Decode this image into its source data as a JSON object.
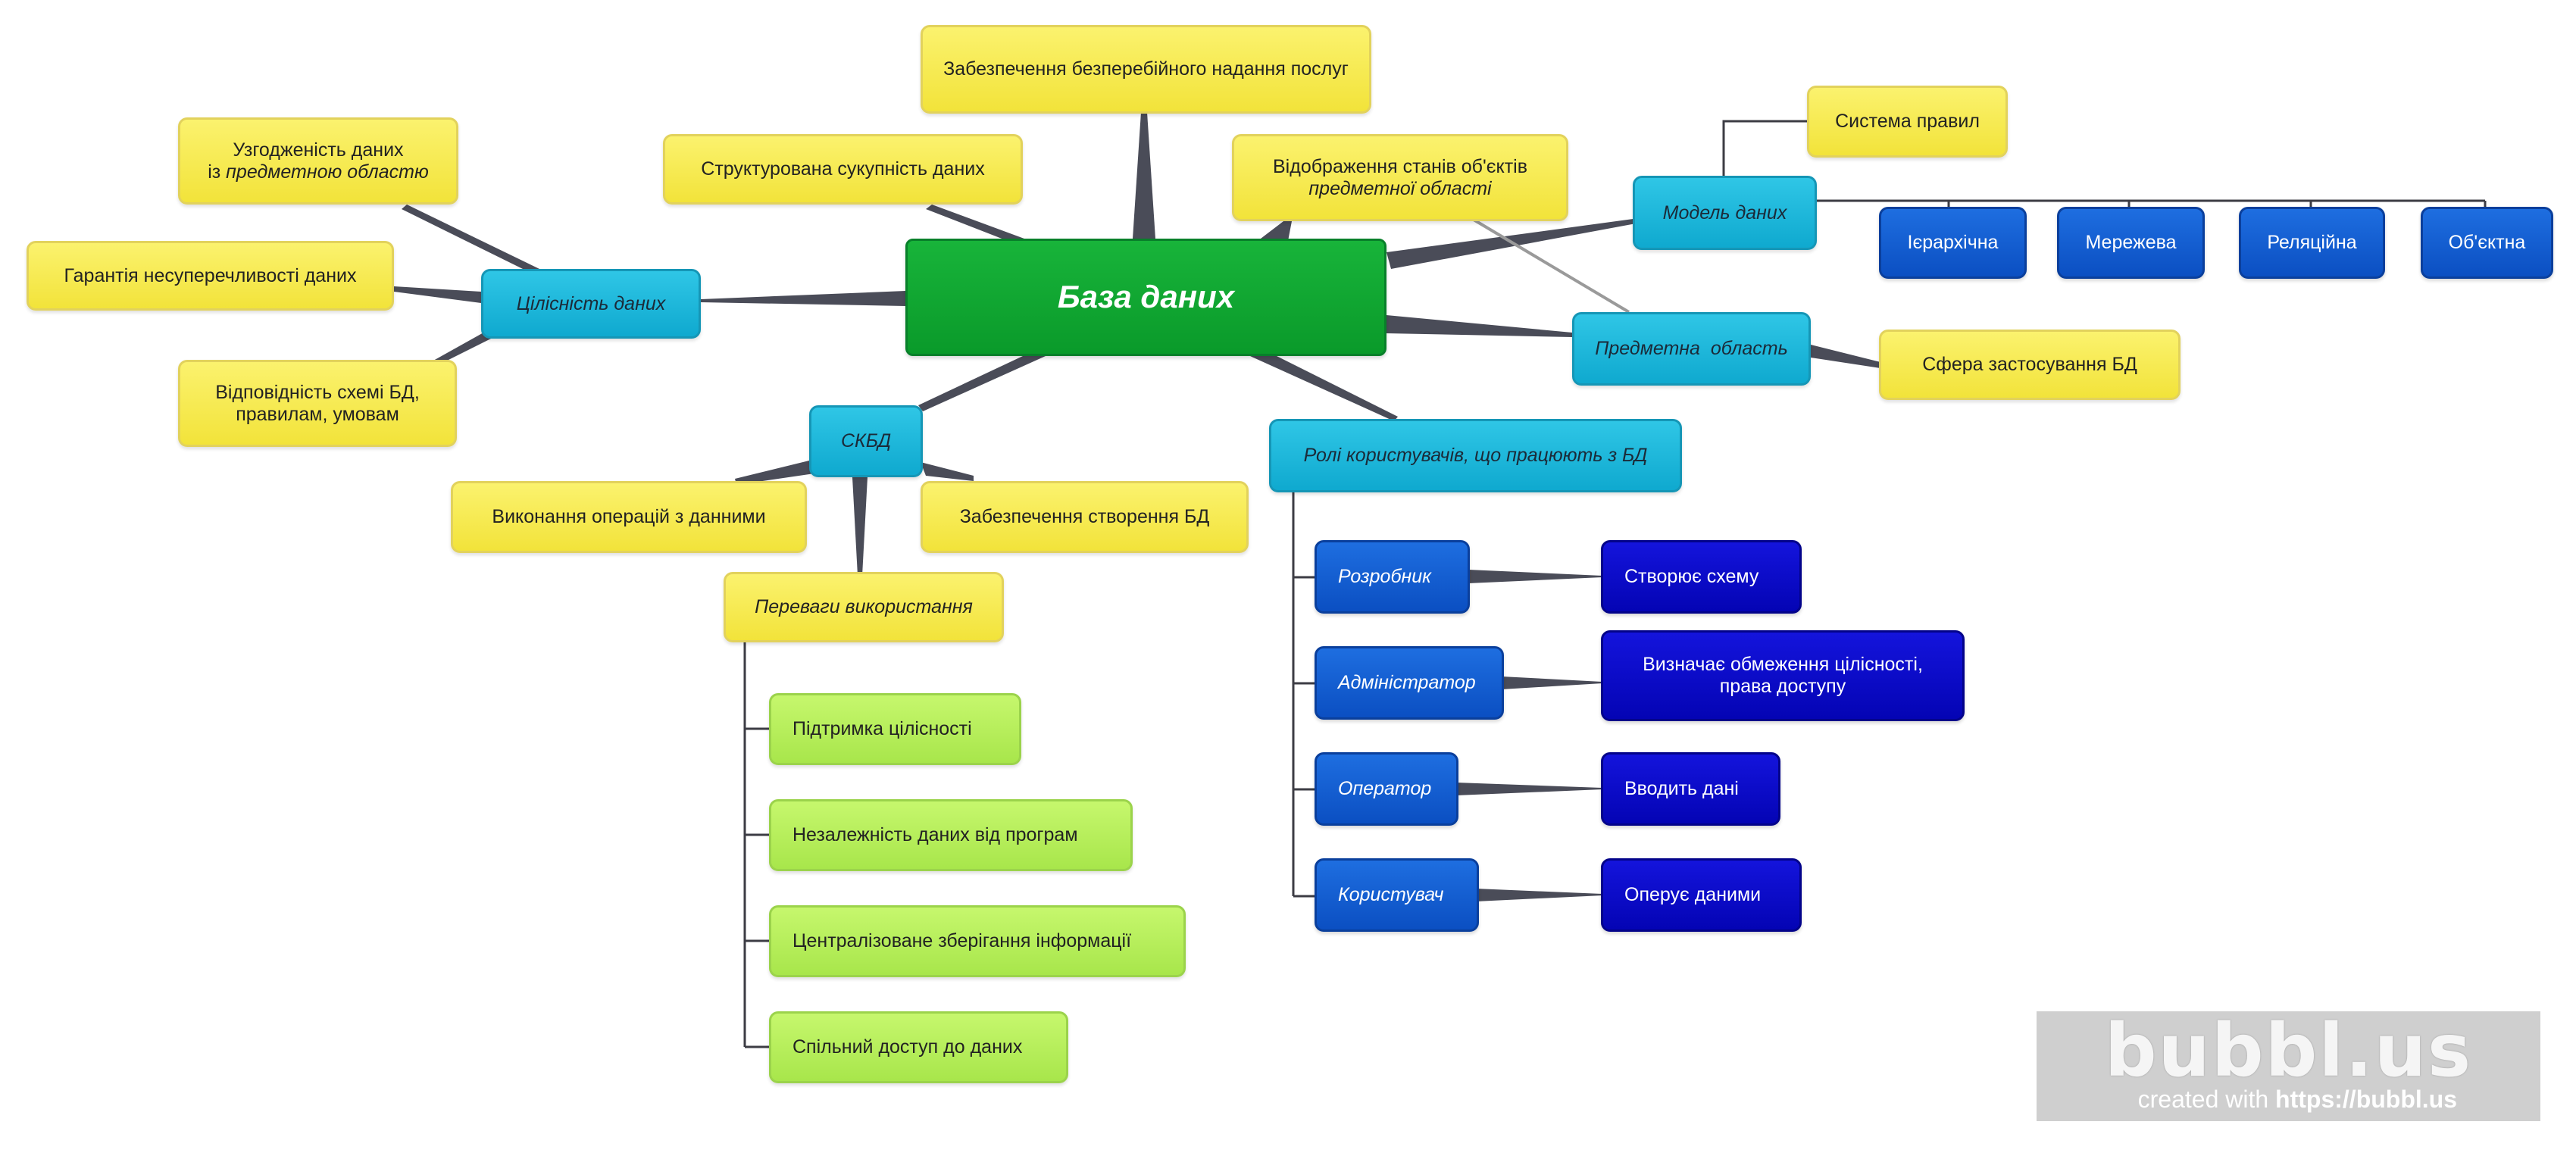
{
  "mindmap": {
    "root": "База даних",
    "top": {
      "uninterrupted": "Забезпечення безперебійного надання послуг",
      "structured": "Структурована сукупність даних",
      "states_line1": "Відображення станів об'єктів",
      "states_line2": "предметної області"
    },
    "integrity": {
      "label": "Цілісність даних",
      "consistency_line1": "Узгодженість даних",
      "consistency_line2a": "із ",
      "consistency_line2b": "предметною областю",
      "guarantee": "Гарантія несуперечливості даних",
      "compliance": "Відповідність схемі БД, правилам, умовам"
    },
    "dbms": {
      "label": "СКБД",
      "operations": "Виконання операцій з данними",
      "creation": "Забезпечення створення БД"
    },
    "advantages": {
      "label": "Переваги використання",
      "items": [
        "Підтримка цілісності",
        "Незалежність даних від програм",
        "Централізоване зберігання інформації",
        "Спільний доступ до даних"
      ]
    },
    "model": {
      "label": "Модель даних",
      "rules": "Система правил",
      "types": [
        "Ієрархічна",
        "Мережева",
        "Реляційна",
        "Об'єктна"
      ]
    },
    "domain": {
      "label": "Предметна  область",
      "scope": "Сфера застосування БД"
    },
    "roles": {
      "label": "Ролі користувачів, що працюють з БД",
      "items": [
        {
          "role": "Розробник",
          "action": "Створює схему"
        },
        {
          "role": "Адміністратор",
          "action": "Визначає обмеження цілісності, права доступу"
        },
        {
          "role": "Оператор",
          "action": "Вводить дані"
        },
        {
          "role": "Користувач",
          "action": "Оперує даними"
        }
      ]
    }
  },
  "watermark": {
    "logo": "bubbl.us",
    "created_prefix": "created with ",
    "url": "https://bubbl.us"
  },
  "colors": {
    "root": "#0a9a2a",
    "branch": "#0fa9cf",
    "leaf": "#f2e33a",
    "advantage": "#a8e64b",
    "role": "#0b4fc2",
    "action": "#0404b4",
    "link": "#4a4c58"
  }
}
